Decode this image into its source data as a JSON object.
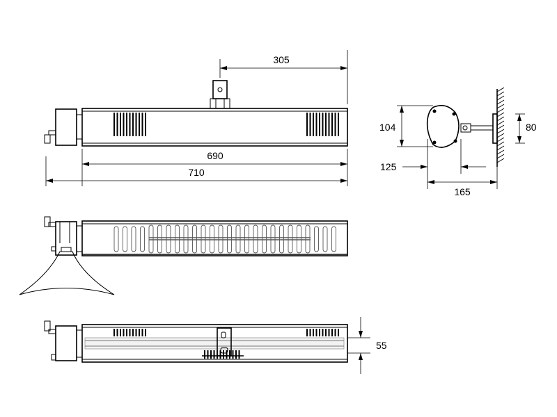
{
  "dimensions": {
    "top_bracket_offset": "305",
    "body_length": "690",
    "overall_length": "710",
    "head_height": "104",
    "bracket_height": "80",
    "offset_125": "125",
    "wall_depth": "165",
    "body_depth": "55"
  }
}
